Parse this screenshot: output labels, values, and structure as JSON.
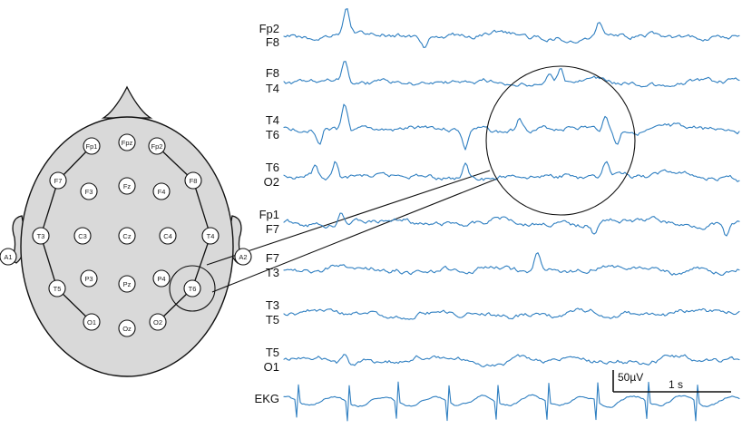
{
  "electrodes": [
    {
      "id": "Fp1",
      "label": "Fp1"
    },
    {
      "id": "Fpz",
      "label": "Fpz"
    },
    {
      "id": "Fp2",
      "label": "Fp2"
    },
    {
      "id": "F7",
      "label": "F7"
    },
    {
      "id": "F3",
      "label": "F3"
    },
    {
      "id": "Fz",
      "label": "Fz"
    },
    {
      "id": "F4",
      "label": "F4"
    },
    {
      "id": "F8",
      "label": "F8"
    },
    {
      "id": "A1",
      "label": "A1"
    },
    {
      "id": "T3",
      "label": "T3"
    },
    {
      "id": "C3",
      "label": "C3"
    },
    {
      "id": "Cz",
      "label": "Cz"
    },
    {
      "id": "C4",
      "label": "C4"
    },
    {
      "id": "T4",
      "label": "T4"
    },
    {
      "id": "A2",
      "label": "A2"
    },
    {
      "id": "T5",
      "label": "T5"
    },
    {
      "id": "P3",
      "label": "P3"
    },
    {
      "id": "Pz",
      "label": "Pz"
    },
    {
      "id": "P4",
      "label": "P4"
    },
    {
      "id": "T6",
      "label": "T6"
    },
    {
      "id": "O1",
      "label": "O1"
    },
    {
      "id": "Oz",
      "label": "Oz"
    },
    {
      "id": "O2",
      "label": "O2"
    }
  ],
  "bipolar_chains": [
    [
      "Fp1",
      "F7",
      "T3",
      "T5",
      "O1"
    ],
    [
      "Fp2",
      "F8",
      "T4",
      "T6",
      "O2"
    ]
  ],
  "highlighted_electrode": "T6",
  "channels": [
    {
      "top": "Fp2",
      "bottom": "F8"
    },
    {
      "top": "F8",
      "bottom": "T4"
    },
    {
      "top": "T4",
      "bottom": "T6"
    },
    {
      "top": "T6",
      "bottom": "O2"
    },
    {
      "top": "Fp1",
      "bottom": "F7"
    },
    {
      "top": "F7",
      "bottom": "T3"
    },
    {
      "top": "T3",
      "bottom": "T5"
    },
    {
      "top": "T5",
      "bottom": "O1"
    },
    {
      "top": "EKG",
      "bottom": ""
    }
  ],
  "scale_bar": {
    "amplitude_label": "50µV",
    "time_label": "1 s"
  },
  "colors": {
    "trace": "#2f7fc1",
    "head_fill": "#d9d9d9",
    "outline": "#111111"
  }
}
